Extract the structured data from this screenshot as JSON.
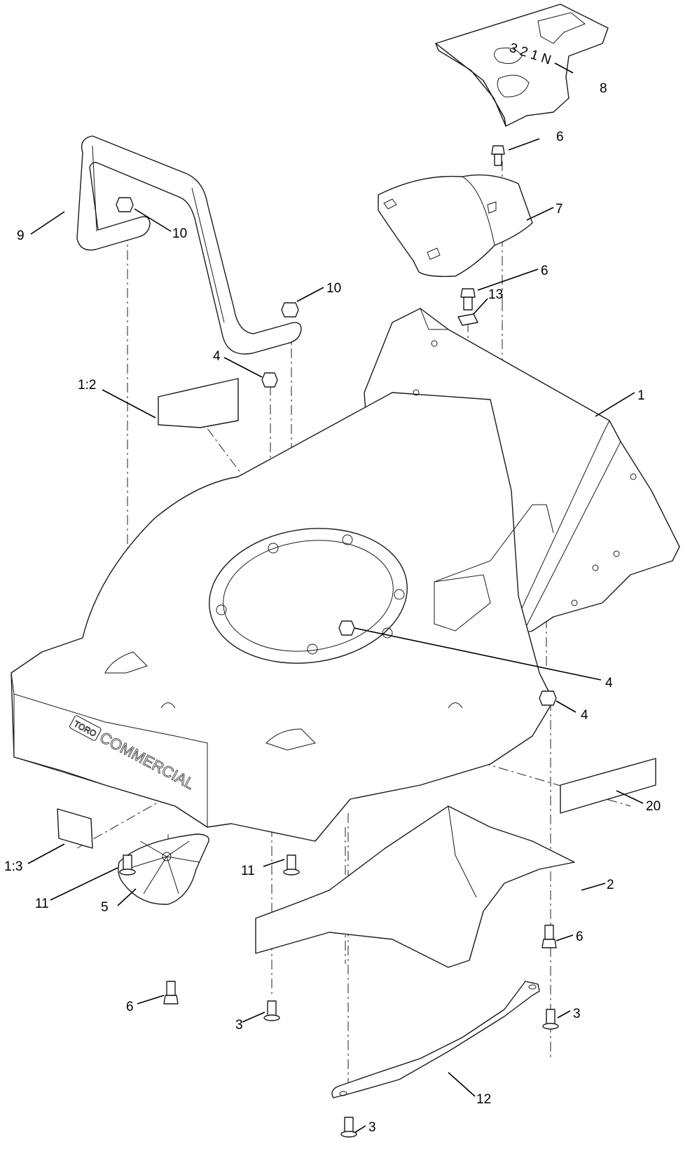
{
  "diagram": {
    "shift_plate_markings": "3 2 1 N",
    "deck_brand_badge": "TORO",
    "deck_brand_text": "COMMERCIAL"
  },
  "callouts": {
    "c8": "8",
    "c6_top": "6",
    "c7": "7",
    "c9": "9",
    "c10_a": "10",
    "c10_b": "10",
    "c6_mid": "6",
    "c13": "13",
    "c4_a": "4",
    "c1": "1",
    "c1_2": "1:2",
    "c4_b": "4",
    "c4_c": "4",
    "c20": "20",
    "c1_3": "1:3",
    "c11_a": "11",
    "c11_b": "11",
    "c2": "2",
    "c6_right": "6",
    "c5": "5",
    "c6_bottom": "6",
    "c3_a": "3",
    "c3_b": "3",
    "c12": "12",
    "c3_c": "3"
  }
}
